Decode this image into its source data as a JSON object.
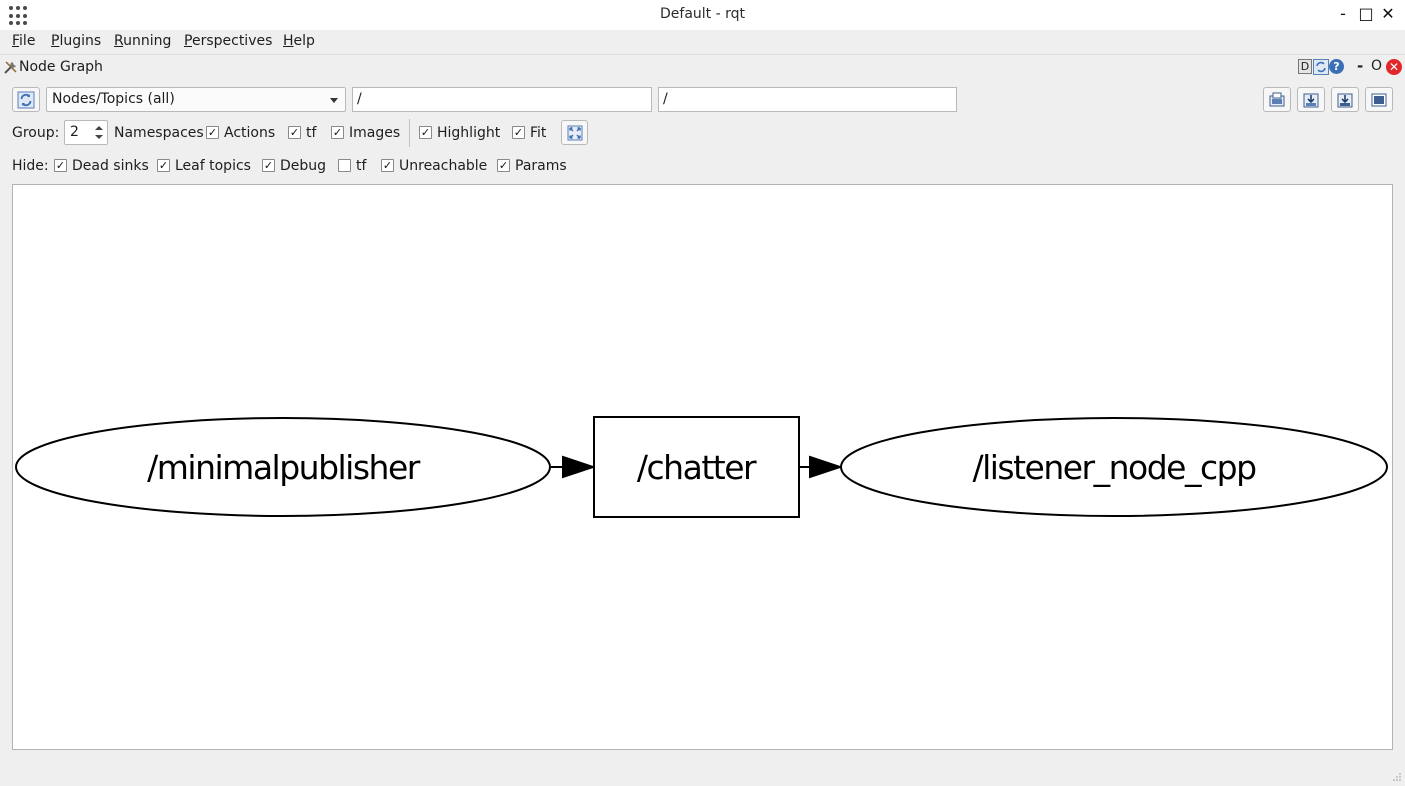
{
  "window": {
    "title": "Default - rqt",
    "minimize_glyph": "-",
    "maximize_glyph": "□",
    "close_glyph": "✕"
  },
  "menu": {
    "items": [
      "File",
      "Plugins",
      "Running",
      "Perspectives",
      "Help"
    ]
  },
  "plugin": {
    "title": "Node Graph",
    "dock_d": "D",
    "help_glyph": "?",
    "dash_glyph": "-",
    "o_glyph": "O",
    "close_glyph": "✕"
  },
  "toolbar": {
    "graph_type_selected": "Nodes/Topics (all)",
    "filter_nodes": "/",
    "filter_topics": "/"
  },
  "group_row": {
    "group_label": "Group:",
    "group_value": "2",
    "namespaces_label": "Namespaces",
    "actions_label": "Actions",
    "actions_checked": true,
    "tf_label": "tf",
    "tf_checked": true,
    "images_label": "Images",
    "images_checked": true,
    "highlight_label": "Highlight",
    "highlight_checked": true,
    "fit_label": "Fit",
    "fit_checked": true
  },
  "hide_row": {
    "hide_label": "Hide:",
    "dead_sinks_label": "Dead sinks",
    "dead_sinks_checked": true,
    "leaf_topics_label": "Leaf topics",
    "leaf_topics_checked": true,
    "debug_label": "Debug",
    "debug_checked": true,
    "tf_label": "tf",
    "tf_checked": false,
    "unreachable_label": "Unreachable",
    "unreachable_checked": true,
    "params_label": "Params",
    "params_checked": true
  },
  "graph": {
    "publisher_node": "/minimalpublisher",
    "topic": "/chatter",
    "subscriber_node": "/listener_node_cpp"
  },
  "colors": {
    "background": "#efefef",
    "canvas": "#ffffff",
    "help_blue": "#3d6fb7",
    "close_red": "#e1272b"
  },
  "check_glyph": "✓"
}
